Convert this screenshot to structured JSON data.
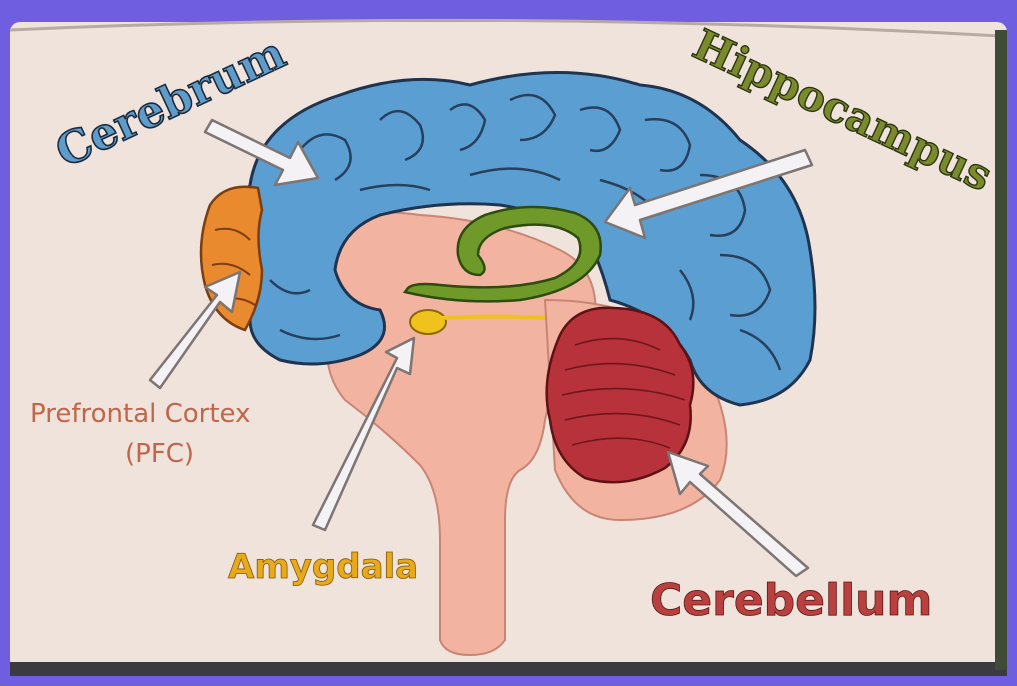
{
  "labels": {
    "cerebrum": "Cerebrum",
    "hippocampus": "Hippocampus",
    "pfc_line1": "Prefrontal Cortex",
    "pfc_line2": "(PFC)",
    "amygdala": "Amygdala",
    "cerebellum": "Cerebellum"
  },
  "colors": {
    "frame": "#6f5fe0",
    "page": "#efe3dc",
    "cerebrum": "#5b9fd2",
    "prefrontal_cortex": "#e98a2e",
    "hippocampus": "#6f9a2a",
    "amygdala": "#f0c21c",
    "cerebellum": "#b7323a",
    "brainstem": "#f2b4a0",
    "label_cerebrum": "#5f9cc9",
    "label_hippocampus": "#7a8a2c",
    "label_pfc": "#c0664a",
    "label_amygdala": "#e9a91d",
    "label_cerebellum": "#b8403e",
    "arrow": "#f4f2f4"
  }
}
